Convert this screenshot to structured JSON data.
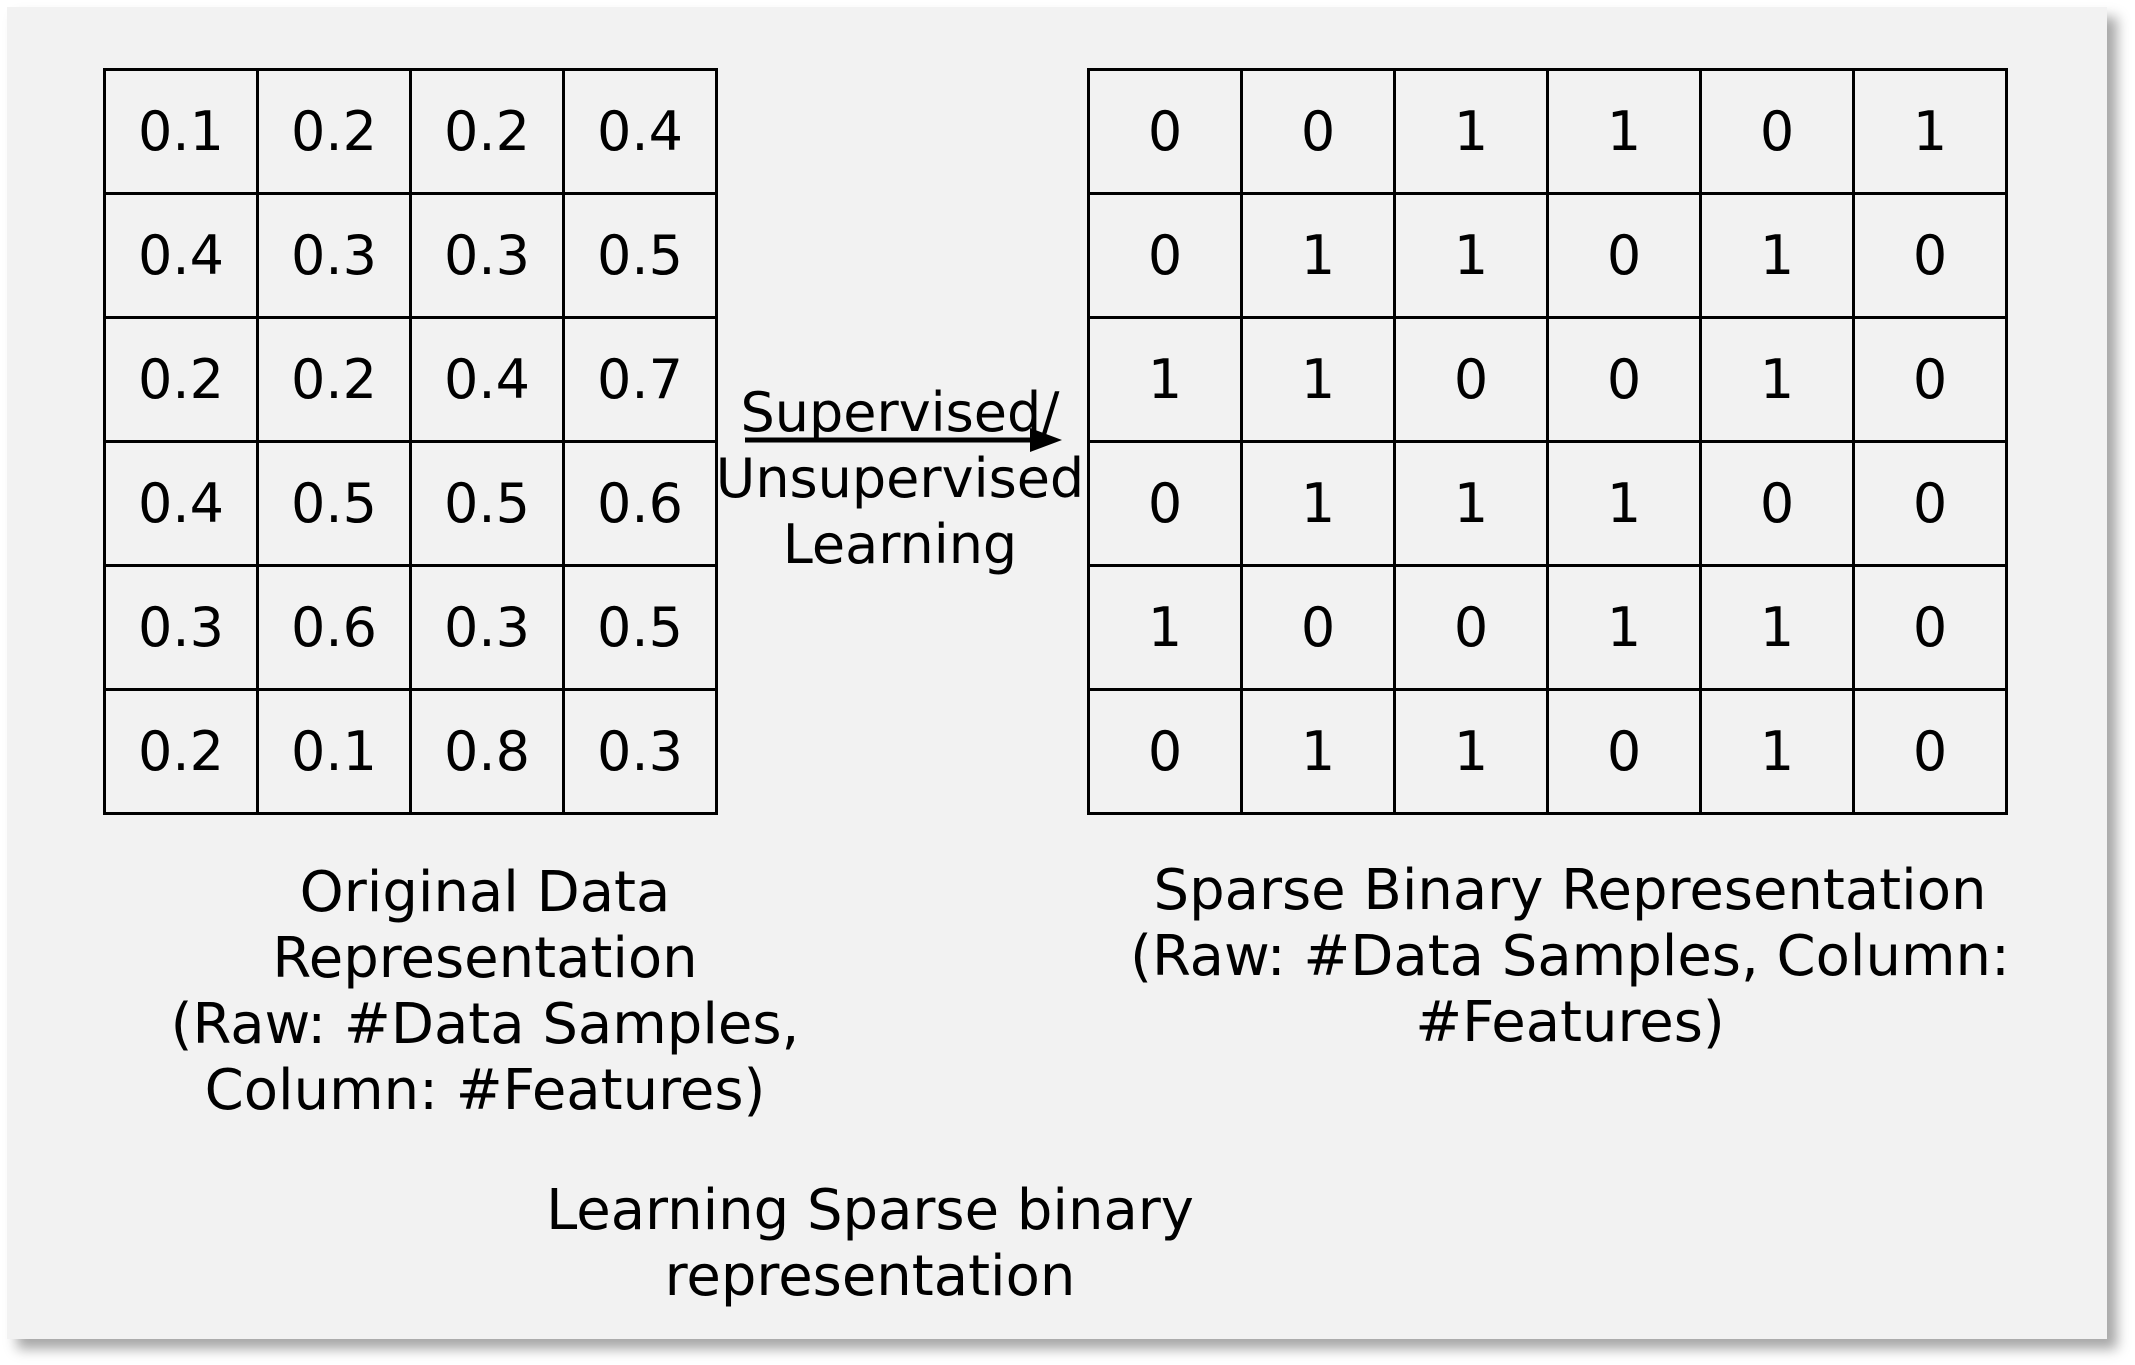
{
  "original": {
    "rows": [
      [
        "0.1",
        "0.2",
        "0.2",
        "0.4"
      ],
      [
        "0.4",
        "0.3",
        "0.3",
        "0.5"
      ],
      [
        "0.2",
        "0.2",
        "0.4",
        "0.7"
      ],
      [
        "0.4",
        "0.5",
        "0.5",
        "0.6"
      ],
      [
        "0.3",
        "0.6",
        "0.3",
        "0.5"
      ],
      [
        "0.2",
        "0.1",
        "0.8",
        "0.3"
      ]
    ],
    "caption": "Original Data Representation\n(Raw: #Data Samples,\nColumn: #Features)"
  },
  "sparse": {
    "rows": [
      [
        "0",
        "0",
        "1",
        "1",
        "0",
        "1"
      ],
      [
        "0",
        "1",
        "1",
        "0",
        "1",
        "0"
      ],
      [
        "1",
        "1",
        "0",
        "0",
        "1",
        "0"
      ],
      [
        "0",
        "1",
        "1",
        "1",
        "0",
        "0"
      ],
      [
        "1",
        "0",
        "0",
        "1",
        "1",
        "0"
      ],
      [
        "0",
        "1",
        "1",
        "0",
        "1",
        "0"
      ]
    ],
    "caption": "Sparse Binary Representation\n(Raw: #Data Samples, Column:\n#Features)"
  },
  "arrow": {
    "label": "Supervised/\nUnsupervised\nLearning"
  },
  "main_caption": "Learning Sparse binary representation"
}
